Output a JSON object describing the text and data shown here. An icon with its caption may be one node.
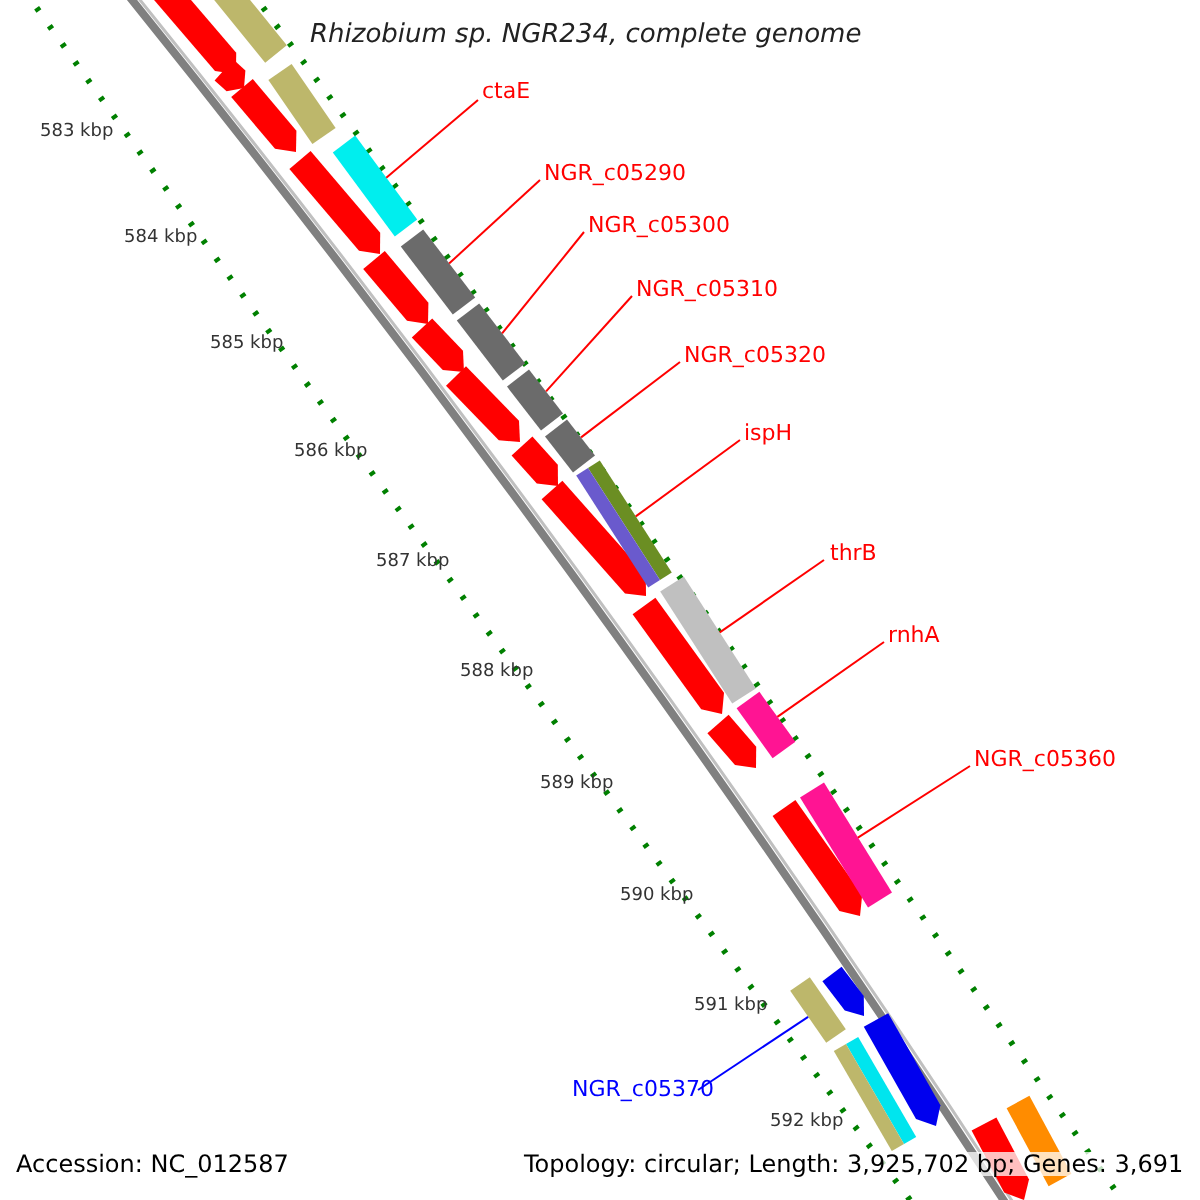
{
  "diagram": {
    "title": "Rhizobium sp. NGR234, complete genome",
    "nodes": [
      {
        "text": [
          "ctaE"
        ]
      },
      {
        "text": [
          "NGR_c05290"
        ]
      },
      {
        "text": [
          "NGR_c05300"
        ]
      },
      {
        "text": [
          "NGR_c05310"
        ]
      },
      {
        "text": [
          "NGR_c05320"
        ]
      },
      {
        "text": [
          "ispH"
        ]
      },
      {
        "text": [
          "thrB"
        ]
      },
      {
        "text": [
          "rnhA"
        ]
      },
      {
        "text": [
          "NGR_c05360"
        ]
      },
      {
        "text": [
          "NGR_c05370"
        ]
      },
      {
        "text": [],
        "shape": "bar"
      },
      {
        "text": [],
        "shape": "bar"
      },
      {
        "text": [],
        "shape": "bar"
      },
      {
        "text": [],
        "shape": "bar"
      },
      {
        "text": [],
        "shape": "bar"
      },
      {
        "text": [],
        "shape": "bar"
      },
      {
        "text": [],
        "shape": "bar"
      },
      {
        "text": [],
        "shape": "bar"
      },
      {
        "text": [],
        "shape": "bar"
      },
      {
        "text": [],
        "shape": "bar"
      }
    ],
    "edges": [
      {
        "from": 0,
        "to": 10,
        "arrow": "none"
      },
      {
        "from": 1,
        "to": 11,
        "arrow": "none"
      },
      {
        "from": 2,
        "to": 12,
        "arrow": "none"
      },
      {
        "from": 3,
        "to": 13,
        "arrow": "none"
      },
      {
        "from": 4,
        "to": 14,
        "arrow": "none"
      },
      {
        "from": 5,
        "to": 15,
        "arrow": "none"
      },
      {
        "from": 6,
        "to": 16,
        "arrow": "none"
      },
      {
        "from": 7,
        "to": 17,
        "arrow": "none"
      },
      {
        "from": 8,
        "to": 18,
        "arrow": "none"
      },
      {
        "from": 9,
        "to": 19,
        "arrow": "none",
        "color": "#0000ff"
      }
    ],
    "labels": [
      "583 kbp",
      "584 kbp",
      "585 kbp",
      "586 kbp",
      "587 kbp",
      "588 kbp",
      "589 kbp",
      "590 kbp",
      "591 kbp",
      "592 kbp",
      "Accession: NC_012587",
      "Topology: circular; Length: 3,925,702 bp; Genes: 3,691"
    ]
  }
}
